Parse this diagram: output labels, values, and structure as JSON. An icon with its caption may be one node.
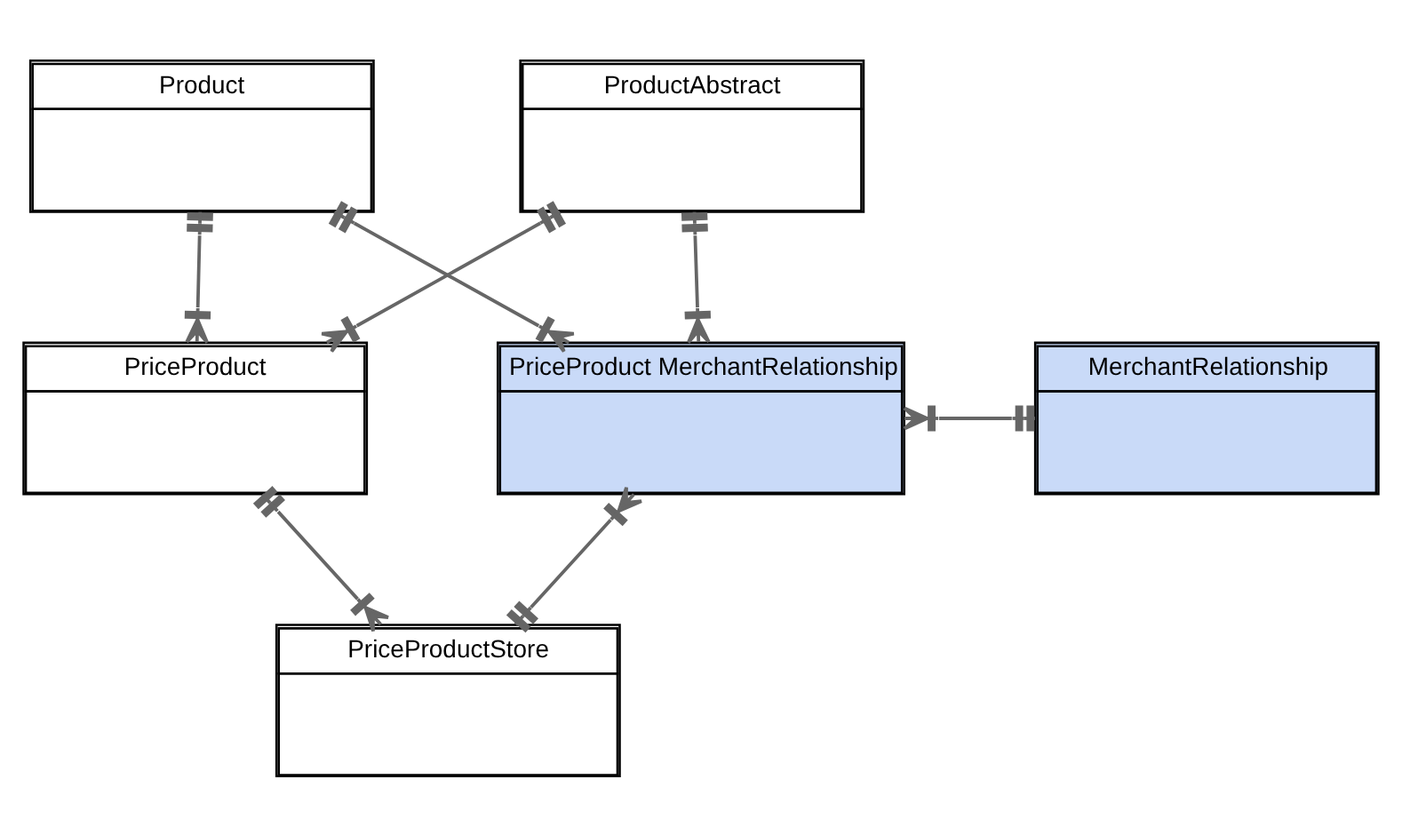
{
  "diagram": {
    "nodes": [
      {
        "text": [
          "Product"
        ]
      },
      {
        "text": [
          "ProductAbstract"
        ]
      },
      {
        "text": [
          "PriceProduct"
        ]
      },
      {
        "text": [
          "PriceProduct MerchantRelationship"
        ]
      },
      {
        "text": [
          "MerchantRelationship"
        ]
      },
      {
        "text": [
          "PriceProductStore"
        ]
      }
    ],
    "edges": [
      {
        "from": 0,
        "to": 2,
        "arrow": "other"
      },
      {
        "from": 1,
        "to": 2,
        "arrow": "other"
      },
      {
        "from": 0,
        "to": 3,
        "arrow": "other"
      },
      {
        "from": 1,
        "to": 3,
        "arrow": "other"
      },
      {
        "from": 3,
        "to": 4,
        "arrow": "other"
      },
      {
        "from": 3,
        "to": 5,
        "arrow": "other"
      },
      {
        "from": 2,
        "to": 5,
        "arrow": "other"
      }
    ]
  }
}
